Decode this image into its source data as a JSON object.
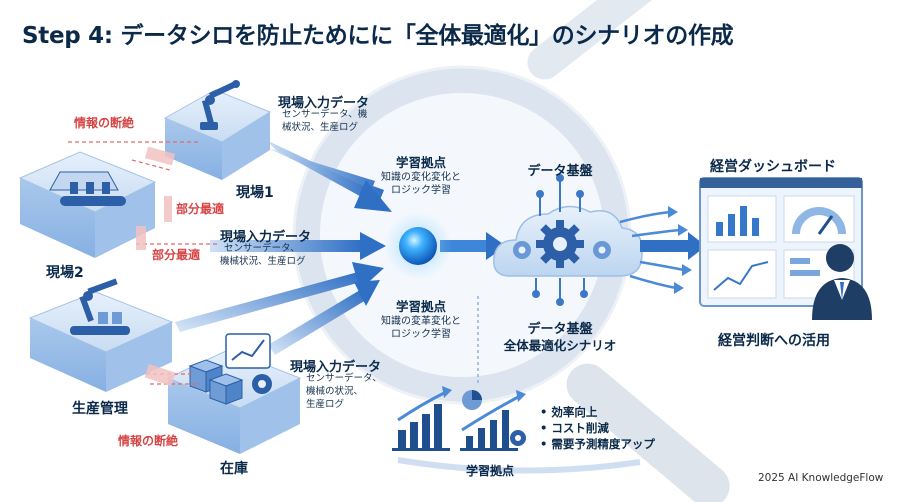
{
  "title": "Step 4: データシロを防止ためにに「全体最適化」のシナリオの作成",
  "fields": {
    "top": {
      "name": "現場1",
      "data_title": "現場入力データ",
      "data_lines": [
        "センサーデータ、機",
        "械状況、生産ログ"
      ]
    },
    "mid": {
      "name": "現場2",
      "data_title": "現場入力データ",
      "data_lines": [
        "センサーデータ、",
        "機械状況、生産ログ"
      ]
    },
    "bottom": {
      "name": "在庫",
      "data_title": "現場入力データ",
      "data_lines": [
        "センサーデータ、",
        "機械の状況、",
        "生産ログ"
      ]
    },
    "production": {
      "name": "生産管理"
    }
  },
  "labels": {
    "info_gap_top": "情報の断絶",
    "partial_opt_1": "部分最適",
    "partial_opt_2": "部分最適",
    "info_gap_bottom": "情報の断絶"
  },
  "hub_top": {
    "title": "学習拠点",
    "lines": [
      "知識の変化変化と",
      "ロジック学習"
    ]
  },
  "hub_bottom": {
    "title": "学習拠点",
    "lines": [
      "知識の変革変化と",
      "ロジック学習"
    ]
  },
  "data_platform": {
    "title": "データ基盤",
    "subtitle": "データ基盤",
    "scenario": "全体最適化シナリオ"
  },
  "dashboard": {
    "title": "経営ダッシュボード",
    "caption": "経営判断への活用"
  },
  "learning_base": {
    "label": "学習拠点",
    "bullets": [
      "効率向上",
      "コスト削減",
      "需要予測精度アップ"
    ]
  },
  "credit": "2025 AI KnowledgeFlow",
  "colors": {
    "navy": "#0b2a4a",
    "accent": "#2f7fd6",
    "light": "#cfe1f6",
    "red": "#d64545"
  }
}
